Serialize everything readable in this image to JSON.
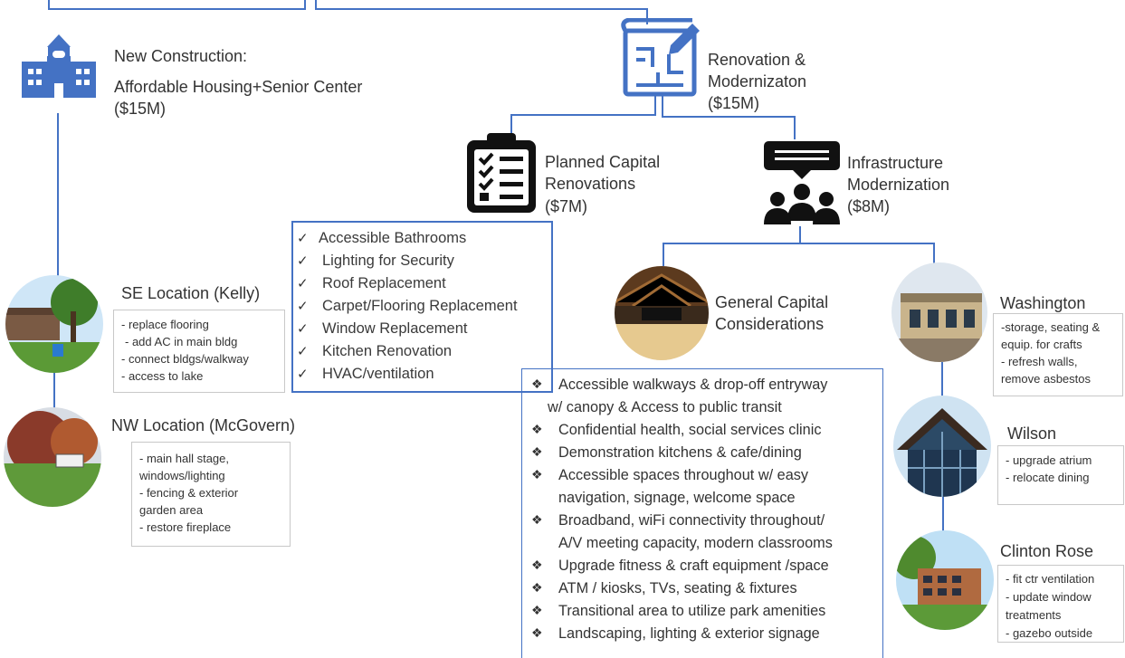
{
  "new_construction": {
    "line1": "New Construction:",
    "line2": "Affordable Housing+Senior Center",
    "line3": "($15M)"
  },
  "renovation": {
    "line1": "Renovation &",
    "line2": "Modernizaton",
    "line3": "($15M)"
  },
  "planned_capital": {
    "line1": "Planned Capital",
    "line2": "Renovations",
    "line3": "($7M)",
    "items": [
      "Accessible Bathrooms",
      "Lighting for Security",
      "Roof Replacement",
      "Carpet/Flooring Replacement",
      "Window Replacement",
      "Kitchen Renovation",
      "HVAC/ventilation"
    ]
  },
  "infrastructure": {
    "line1": "Infrastructure",
    "line2": "Modernization",
    "line3": "($8M)"
  },
  "general_capital": {
    "line1": "General Capital",
    "line2": "Considerations",
    "items": [
      "Accessible walkways & drop-off entryway",
      "w/ canopy & Access to public transit",
      "Confidential health, social services clinic",
      "Demonstration kitchens & cafe/dining",
      "Accessible spaces throughout w/ easy",
      "navigation, signage, welcome space",
      "Broadband, wiFi connectivity throughout/",
      "A/V meeting capacity, modern classrooms",
      "Upgrade fitness & craft equipment /space",
      "ATM / kiosks, TVs, seating & fixtures",
      "Transitional area to utilize park amenities",
      "Landscaping, lighting & exterior signage"
    ]
  },
  "se_location": {
    "title": "SE Location (Kelly)",
    "notes": [
      "- replace flooring",
      "- add AC in main bldg",
      "- connect bldgs/walkway",
      "- access to lake"
    ]
  },
  "nw_location": {
    "title": "NW Location (McGovern)",
    "notes": [
      "- main hall stage,",
      "windows/lighting",
      "- fencing & exterior",
      "garden area",
      "- restore fireplace"
    ]
  },
  "washington": {
    "title": "Washington",
    "notes": [
      "-storage, seating &",
      "equip. for crafts",
      "- refresh walls,",
      "remove asbestos"
    ]
  },
  "wilson": {
    "title": "Wilson",
    "notes": [
      "- upgrade atrium",
      "- relocate dining"
    ]
  },
  "clinton_rose": {
    "title": "Clinton Rose",
    "notes": [
      "- fit ctr ventilation",
      "- update window",
      "treatments",
      "- gazebo outside"
    ]
  },
  "colors": {
    "accent": "#4472c4",
    "icon_dark": "#111111",
    "text": "#333333"
  },
  "icons": {
    "new_construction": "school-building-icon",
    "renovation": "blueprint-pencil-icon",
    "planned_capital": "clipboard-checklist-icon",
    "infrastructure": "people-presentation-icon"
  }
}
